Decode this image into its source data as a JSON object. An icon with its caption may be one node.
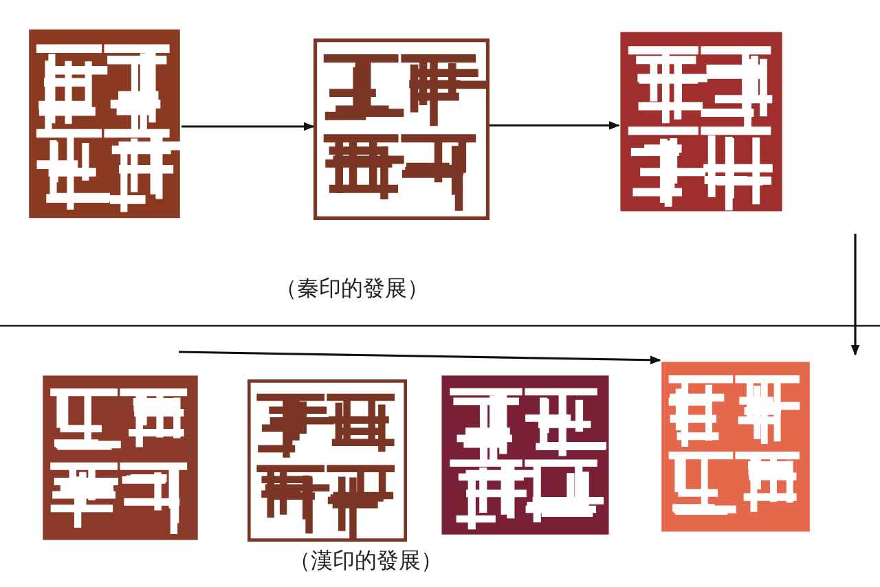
{
  "diagram": {
    "nodes": [
      {
        "text": [],
        "shape": "picture"
      },
      {
        "text": [],
        "shape": "picture"
      },
      {
        "text": [],
        "shape": "picture"
      },
      {
        "text": [],
        "shape": "picture"
      },
      {
        "text": [],
        "shape": "picture"
      },
      {
        "text": [],
        "shape": "picture"
      },
      {
        "text": [],
        "shape": "picture"
      }
    ],
    "edges": [
      {
        "from": 0,
        "to": 1,
        "arrow": "to"
      },
      {
        "from": 1,
        "to": 2,
        "arrow": "to"
      },
      {
        "from": null,
        "to": 6,
        "arrow": "to"
      }
    ],
    "labels": [
      "（秦印的發展）",
      "（漢印的發展）"
    ]
  }
}
